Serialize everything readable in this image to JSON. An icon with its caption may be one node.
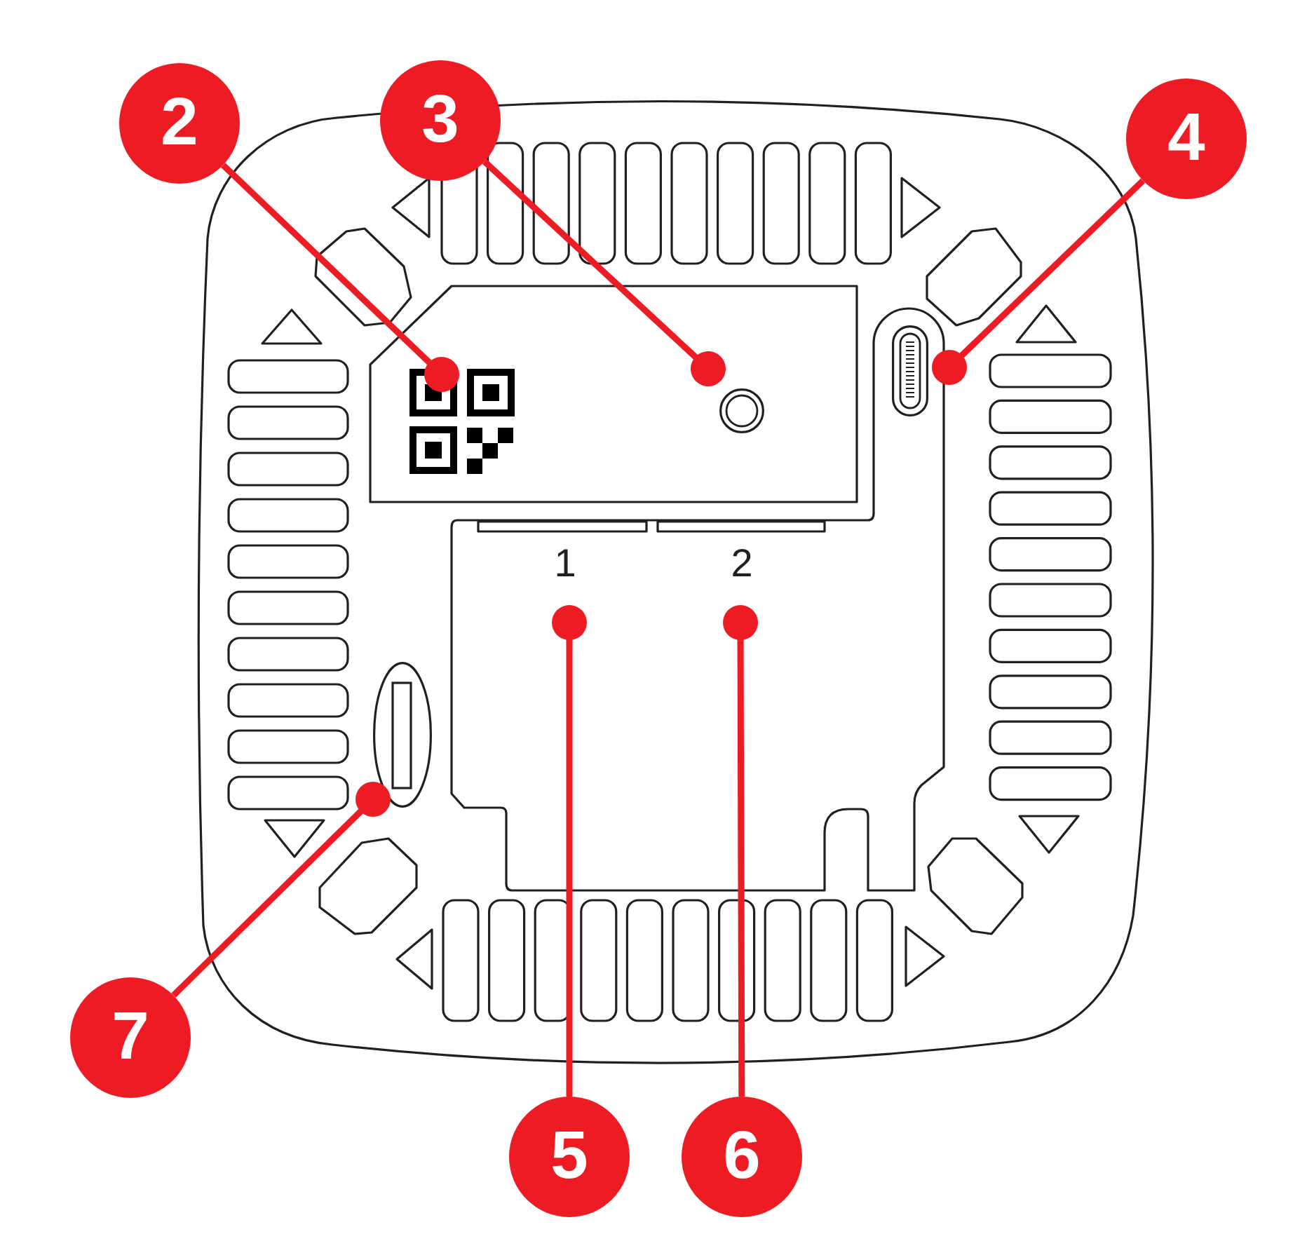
{
  "diagram": {
    "nodes": [
      {
        "text": [
          "2"
        ]
      },
      {
        "text": [
          "3"
        ]
      },
      {
        "text": [
          "4"
        ]
      },
      {
        "text": [],
        "shape": "picture"
      },
      {
        "text": [],
        "shape": "circle"
      },
      {
        "text": [],
        "shape": "picture"
      },
      {
        "text": [],
        "shape": "picture"
      },
      {
        "text": [
          "7"
        ]
      },
      {
        "text": [
          "5"
        ]
      },
      {
        "text": [
          "6"
        ]
      }
    ],
    "edges": [
      {
        "from": 0,
        "to": 3,
        "arrow": "other"
      },
      {
        "from": 1,
        "to": 4,
        "arrow": "other"
      },
      {
        "from": 2,
        "to": 5,
        "arrow": "other"
      },
      {
        "from": 7,
        "to": 6,
        "arrow": "other"
      },
      {
        "from": 8,
        "to": null,
        "arrow": "other"
      },
      {
        "from": 9,
        "to": null,
        "arrow": "other"
      }
    ],
    "labels": [
      "1",
      "2"
    ]
  }
}
